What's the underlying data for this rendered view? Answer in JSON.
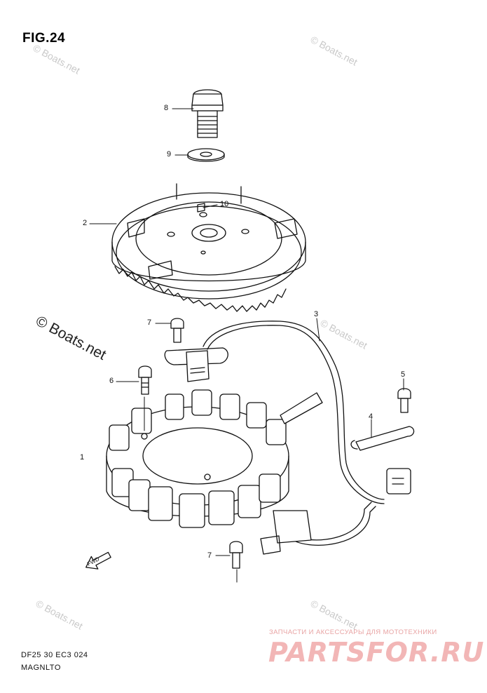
{
  "figure": {
    "title": "FIG.24"
  },
  "callouts": [
    {
      "id": "8",
      "label": "8"
    },
    {
      "id": "9",
      "label": "9"
    },
    {
      "id": "10",
      "label": "10"
    },
    {
      "id": "2",
      "label": "2"
    },
    {
      "id": "3",
      "label": "3"
    },
    {
      "id": "7a",
      "label": "7"
    },
    {
      "id": "6",
      "label": "6"
    },
    {
      "id": "5",
      "label": "5"
    },
    {
      "id": "4",
      "label": "4"
    },
    {
      "id": "1",
      "label": "1"
    },
    {
      "id": "7b",
      "label": "7"
    }
  ],
  "watermarks": {
    "main": "© Boats.net",
    "faint": "© Boats.net"
  },
  "footer": {
    "model": "DF25 30 EC3  024",
    "title": "MAGNLTO"
  },
  "shop": {
    "tagline": "ЗАПЧАСТИ И АКСЕССУАРЫ ДЛЯ МОТОТЕХНИКИ",
    "logo": "PARTSFOR.RU"
  },
  "fwd_label": "FWD"
}
